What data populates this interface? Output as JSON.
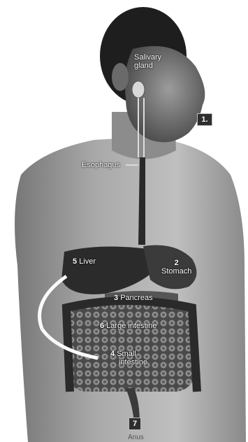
{
  "labels": {
    "salivary_gland": "Salivary gland",
    "esophagus": "Esophagus",
    "liver_num": "5",
    "liver": "Liver",
    "stomach_num": "2",
    "stomach": "Stomach",
    "pancreas_num": "3",
    "pancreas": "Pancreas",
    "large_intestine_num": "6",
    "large_intestine": "Large intestine",
    "small_intestine_num": "4",
    "small_intestine_1": "Small",
    "small_intestine_2": "intestine",
    "mouth_num": "1.",
    "anus_num": "7",
    "anus": "Anus"
  },
  "colors": {
    "skin_light": "#bdbdbd",
    "skin_dark": "#2a2a2a",
    "organ": "#3a3a3a",
    "label_box": "#2e2e2e"
  }
}
